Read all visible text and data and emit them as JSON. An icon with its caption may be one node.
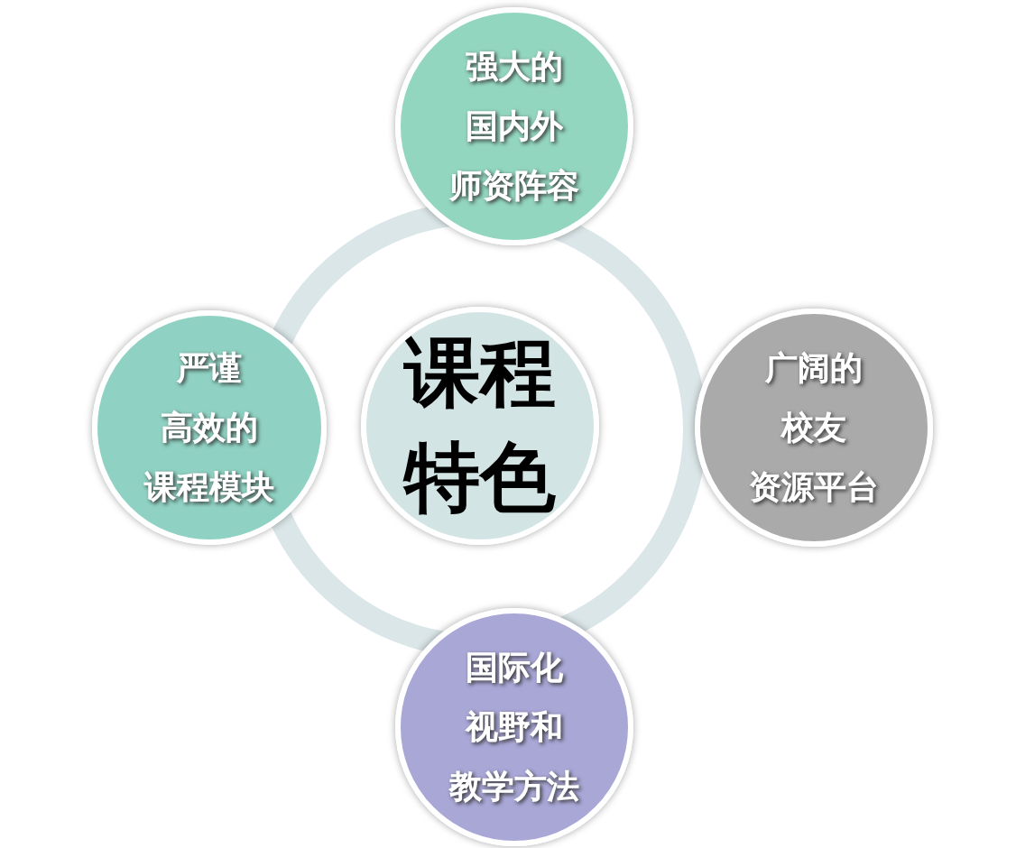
{
  "diagram": {
    "nodes": [
      {
        "text": [
          "强大的国内外师资阵容"
        ]
      },
      {
        "text": [
          "严谨高效的课程模块"
        ]
      },
      {
        "text": [
          "课程特色"
        ]
      },
      {
        "text": [
          "广阔的校友资源平台"
        ]
      },
      {
        "text": [
          "国际化视野和教学方法"
        ]
      }
    ]
  }
}
